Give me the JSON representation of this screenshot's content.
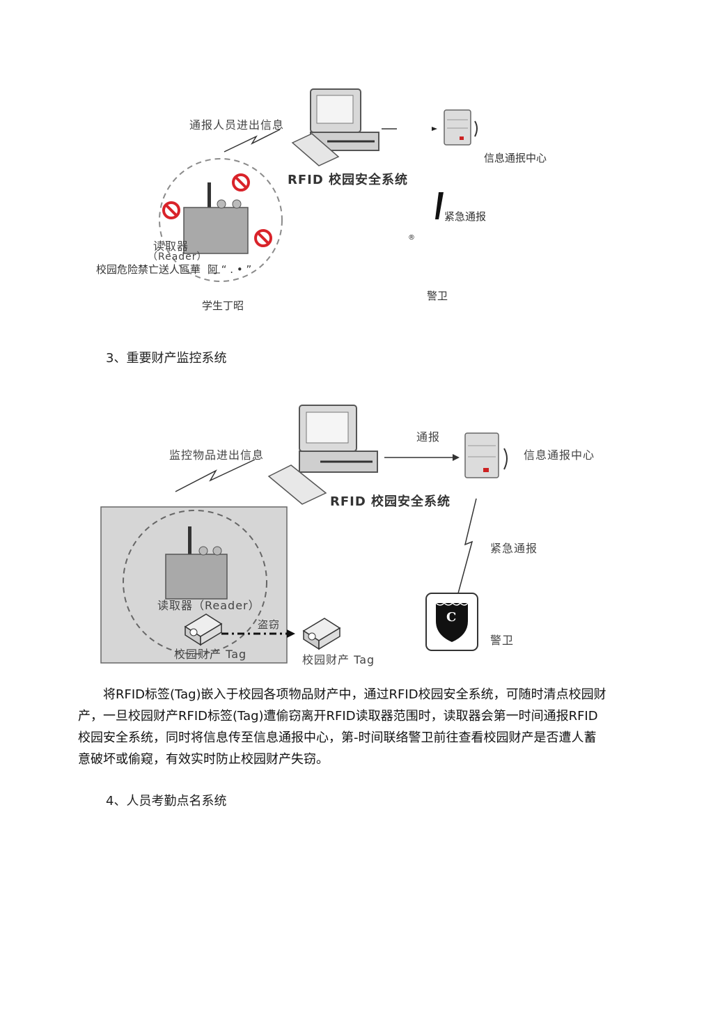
{
  "diagram1": {
    "report_label": "通报人员进出信息",
    "system_label": "RFID 校园安全系统",
    "info_center_label": "信息通抿中心",
    "emergency_label": "紧急通报",
    "reader_label": "读取器",
    "reader_en_label": "（Reader）",
    "zone_label": "校园危险禁亡送人區華",
    "zone_extra": "阿 “ . • ”",
    "mark_label": "®",
    "guard_label": "警卫",
    "student_label": "学生丁昭"
  },
  "section3": {
    "heading": "3、重要财产监控系统"
  },
  "diagram2": {
    "report_label": "监控物品进出信息",
    "system_label": "RFID 校园安全系统",
    "notify_label": "通报",
    "info_center_label": "信息通报中心",
    "emergency_label": "紧急通报",
    "reader_label": "读取器（Reader）",
    "theft_label": "盗窃",
    "tag_label_left": "校园财产 Tag",
    "tag_label_right": "校园财产 Tag",
    "guard_label": "警卫",
    "badge_letter": "C"
  },
  "paragraph": "将RFID标签(Tag)嵌入于校园各项物品财产中，通过RFID校园安全系统，可随时清点校园财产，一旦校园财产RFID标签(Tag)遭偷窃离开RFID读取器范围时，读取器会第一时间通报RFID校园安全系统，同时将信息传至信息通报中心，第-时间联络警卫前往查看校园财产是否遭人蓄意破坏或偷窥，有效实时防止校园财产失窃。",
  "section4": {
    "heading": "4、人员考勤点名系统"
  },
  "colors": {
    "gray_box": "#d6d6d6",
    "prohibit_red": "#d9232a",
    "device_gray": "#c9c9c9"
  }
}
